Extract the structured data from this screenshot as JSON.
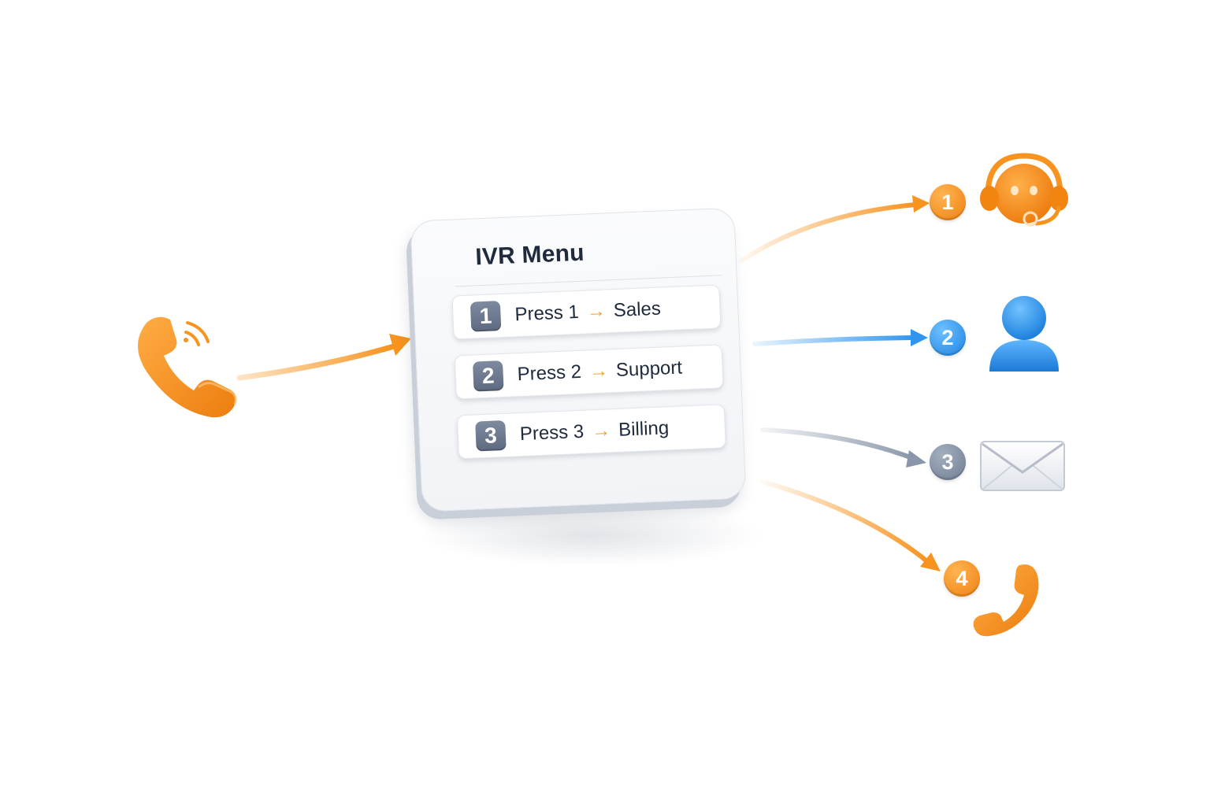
{
  "menu": {
    "title": "IVR Menu",
    "options": [
      {
        "number": "1",
        "press": "Press 1",
        "arrow": "→",
        "destination": "Sales"
      },
      {
        "number": "2",
        "press": "Press 2",
        "arrow": "→",
        "destination": "Support"
      },
      {
        "number": "3",
        "press": "Press 3",
        "arrow": "→",
        "destination": "Billing"
      }
    ]
  },
  "routes": [
    {
      "number": "1",
      "icon": "headset-agent-icon",
      "color": "#f7931e"
    },
    {
      "number": "2",
      "icon": "user-icon",
      "color": "#2f95ee"
    },
    {
      "number": "3",
      "icon": "envelope-icon",
      "color": "#7d8ba0"
    },
    {
      "number": "4",
      "icon": "phone-icon",
      "color": "#f7931e"
    }
  ],
  "caller": {
    "icon": "ringing-phone-icon",
    "color": "#f7931e"
  },
  "colors": {
    "accent_orange": "#f7931e",
    "accent_blue": "#2f95ee",
    "neutral_gray": "#7d8ba0"
  }
}
